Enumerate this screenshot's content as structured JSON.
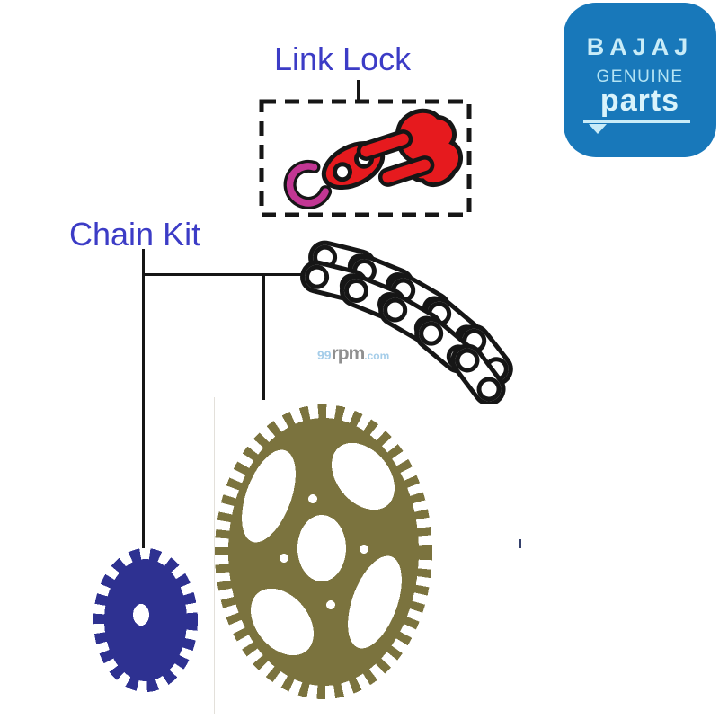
{
  "labels": {
    "link_lock": "Link Lock",
    "chain_kit": "Chain Kit"
  },
  "watermark": {
    "num": "99",
    "rpm": "rpm",
    "dotcom": ".com"
  },
  "logo": {
    "brand": "BAJAJ",
    "genuine": "GENUINE",
    "parts": "parts"
  },
  "colors": {
    "label_text": "#3c3cc6",
    "outline": "#161616",
    "link_red": "#e61a1e",
    "clip_magenta": "#c23693",
    "sprocket_olive": "#7b733e",
    "sprocket_blue": "#2e3191",
    "logo_bg": "#1878ba",
    "logo_text": "#c9ecf8",
    "watermark_blue": "#a5cde9",
    "watermark_gray": "#8f8f8f",
    "chain_white": "#ffffff"
  }
}
